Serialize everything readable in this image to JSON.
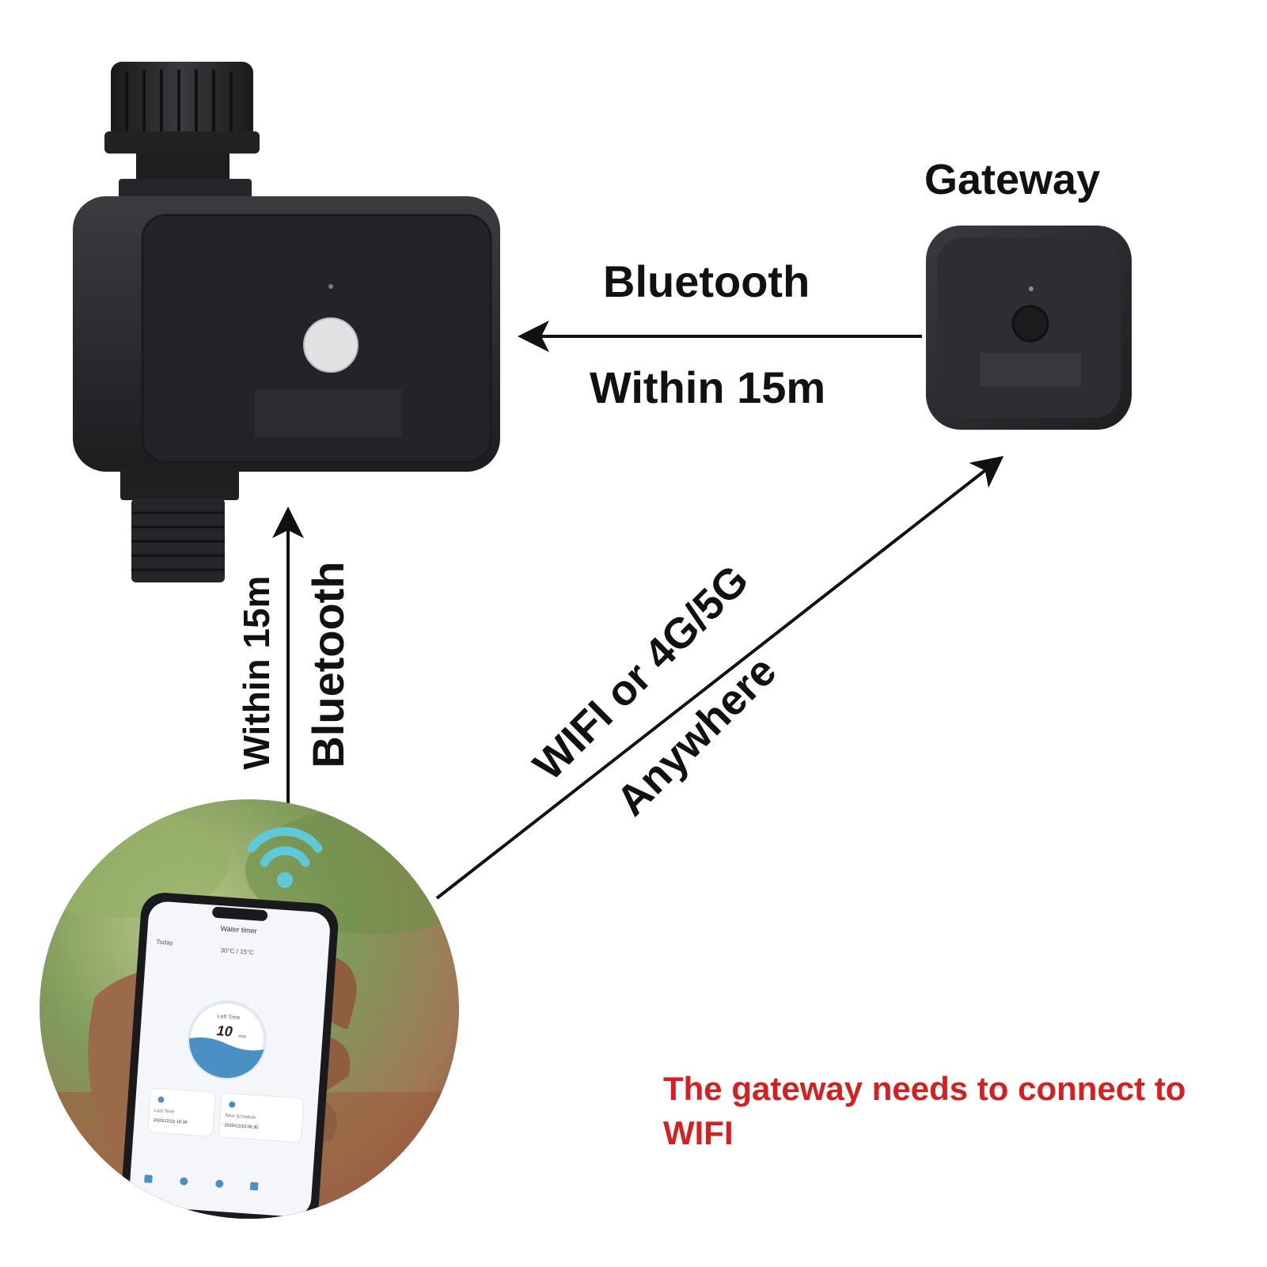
{
  "labels": {
    "gateway_title": "Gateway",
    "top_link_protocol": "Bluetooth",
    "top_link_range": "Within 15m",
    "vertical_link_protocol": "Bluetooth",
    "vertical_link_range": "Within 15m",
    "wifi_link_line1": "WIFI or 4G/5G",
    "wifi_link_line2": "Anywhere",
    "note": "The gateway needs to connect to WIFI"
  },
  "phone_app": {
    "title": "Water timer",
    "left_label": "Today",
    "temperature": "30°C / 15°C",
    "gauge_label": "Left Time",
    "gauge_value": "10",
    "gauge_unit": "min",
    "card1_label": "Last Time",
    "card1_value": "2020/12/22 18:38",
    "card2_label": "Next Schedule",
    "card2_value": "2020/12/23 06:30"
  },
  "colors": {
    "text": "#111111",
    "note": "#d42020",
    "device": "#2a2a2e",
    "wifi_icon": "#5fc9d8",
    "water": "#4a90c4"
  },
  "icons": {
    "wifi": "wifi-icon",
    "timer_button": "power-button-icon",
    "gateway_button": "gateway-button-icon"
  }
}
